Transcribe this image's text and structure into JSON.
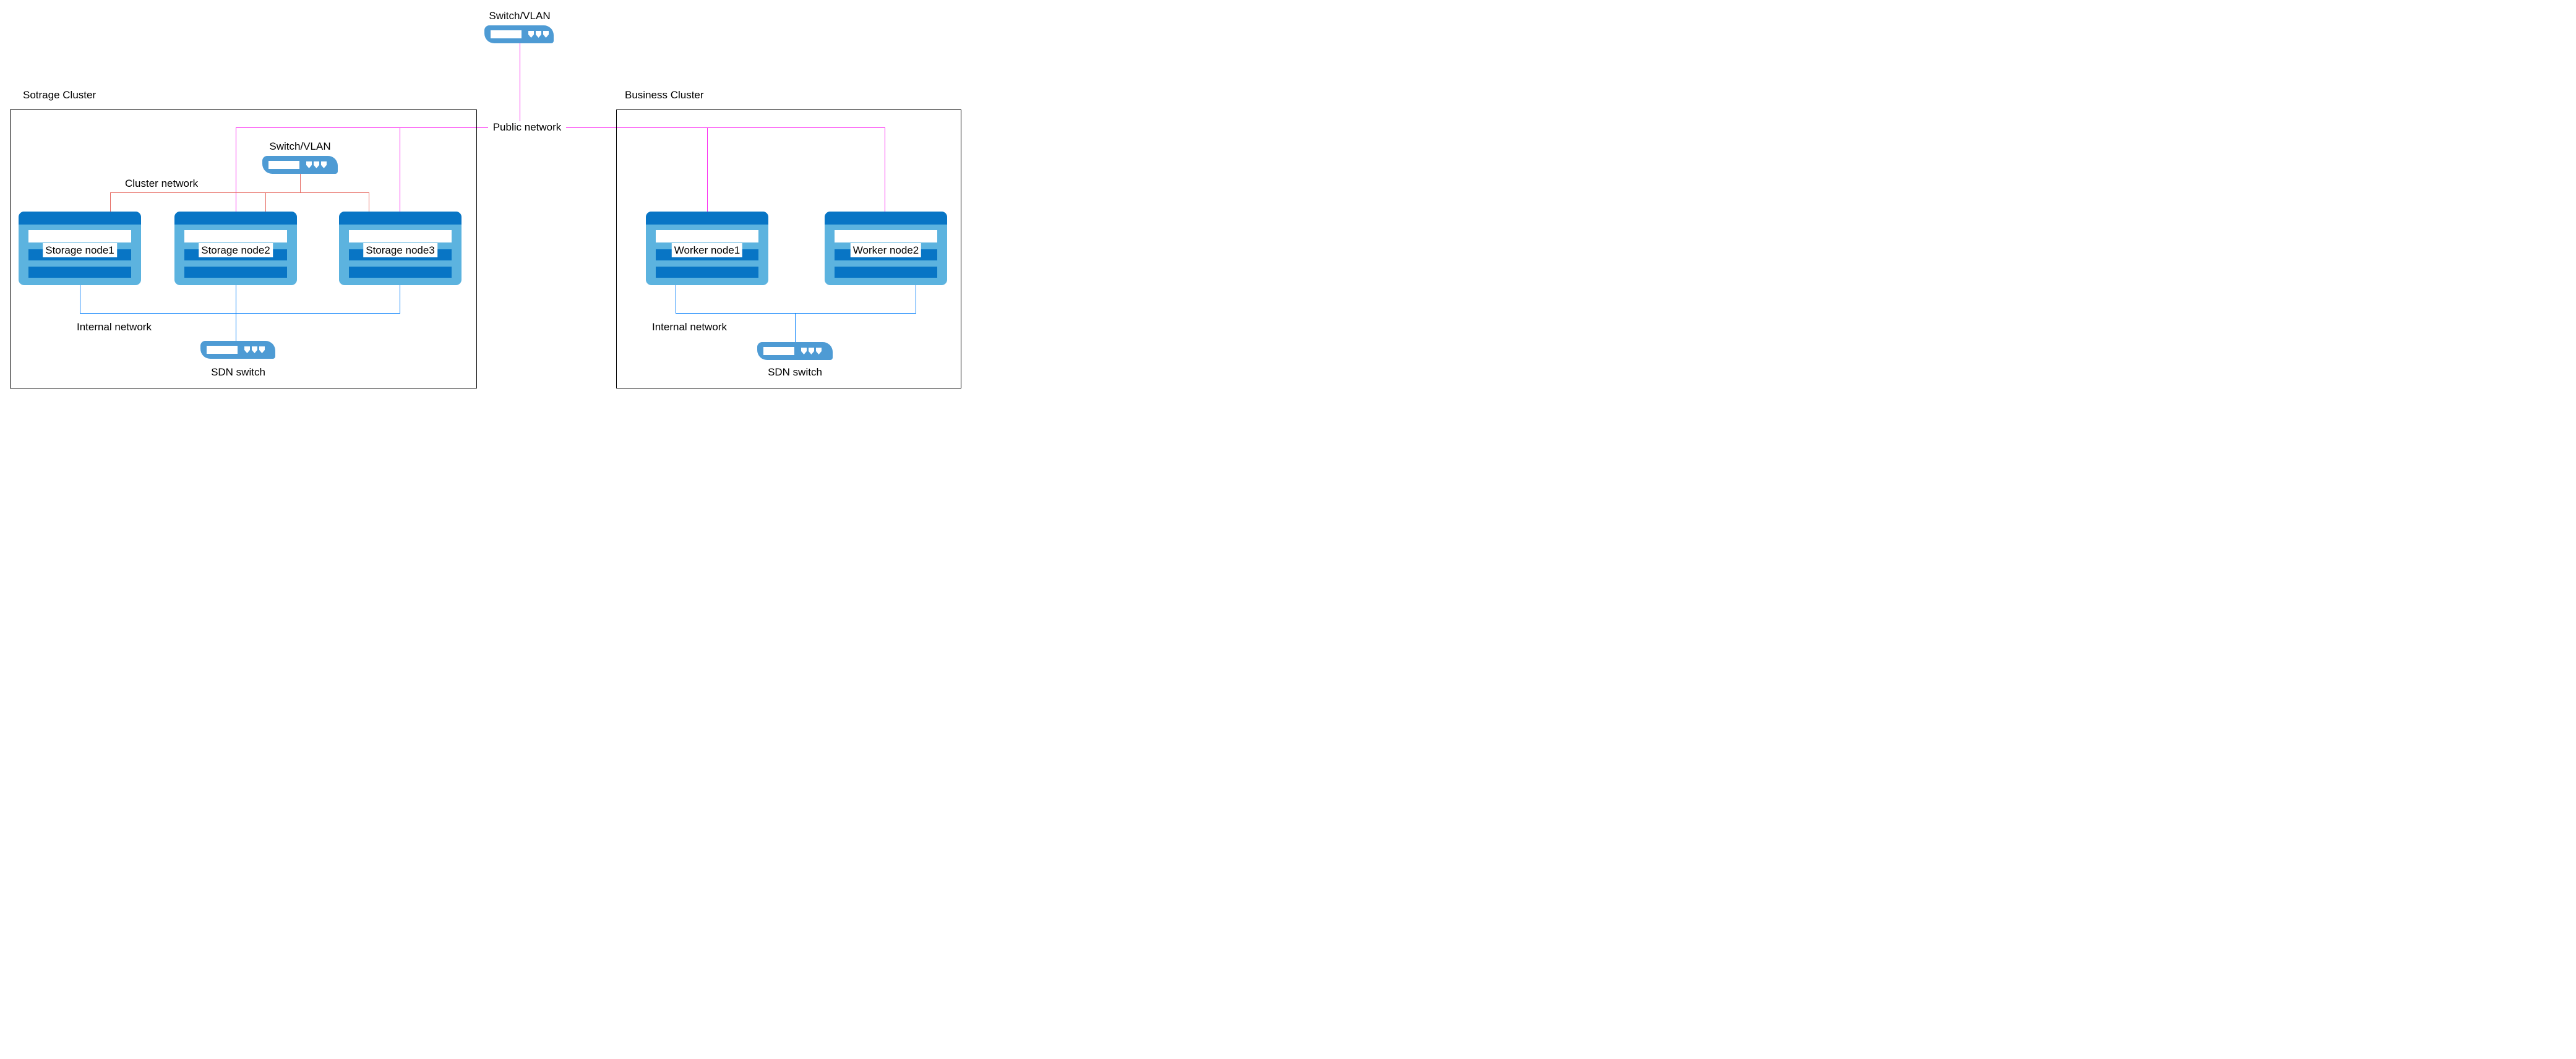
{
  "diagram": {
    "colors": {
      "public": "#FA24F0",
      "cluster": "#E66B63",
      "internal": "#0680FA",
      "node_dark": "#0875C5",
      "node_light": "#5CB3DF",
      "switch_blue": "#4E9BD4",
      "border": "#000000",
      "label_bg": "#FFFFFF"
    },
    "public_network": {
      "label": "Public network"
    },
    "top_switch": {
      "label": "Switch/VLAN"
    },
    "storage_cluster": {
      "title": "Sotrage Cluster",
      "switch": {
        "label": "Switch/VLAN"
      },
      "cluster_network": {
        "label": "Cluster network"
      },
      "internal_network": {
        "label": "Internal network"
      },
      "sdn_switch": {
        "label": "SDN switch"
      },
      "nodes": [
        {
          "label": "Storage node1"
        },
        {
          "label": "Storage node2"
        },
        {
          "label": "Storage node3"
        }
      ]
    },
    "business_cluster": {
      "title": "Business Cluster",
      "internal_network": {
        "label": "Internal network"
      },
      "sdn_switch": {
        "label": "SDN switch"
      },
      "nodes": [
        {
          "label": "Worker node1"
        },
        {
          "label": "Worker node2"
        }
      ]
    }
  }
}
